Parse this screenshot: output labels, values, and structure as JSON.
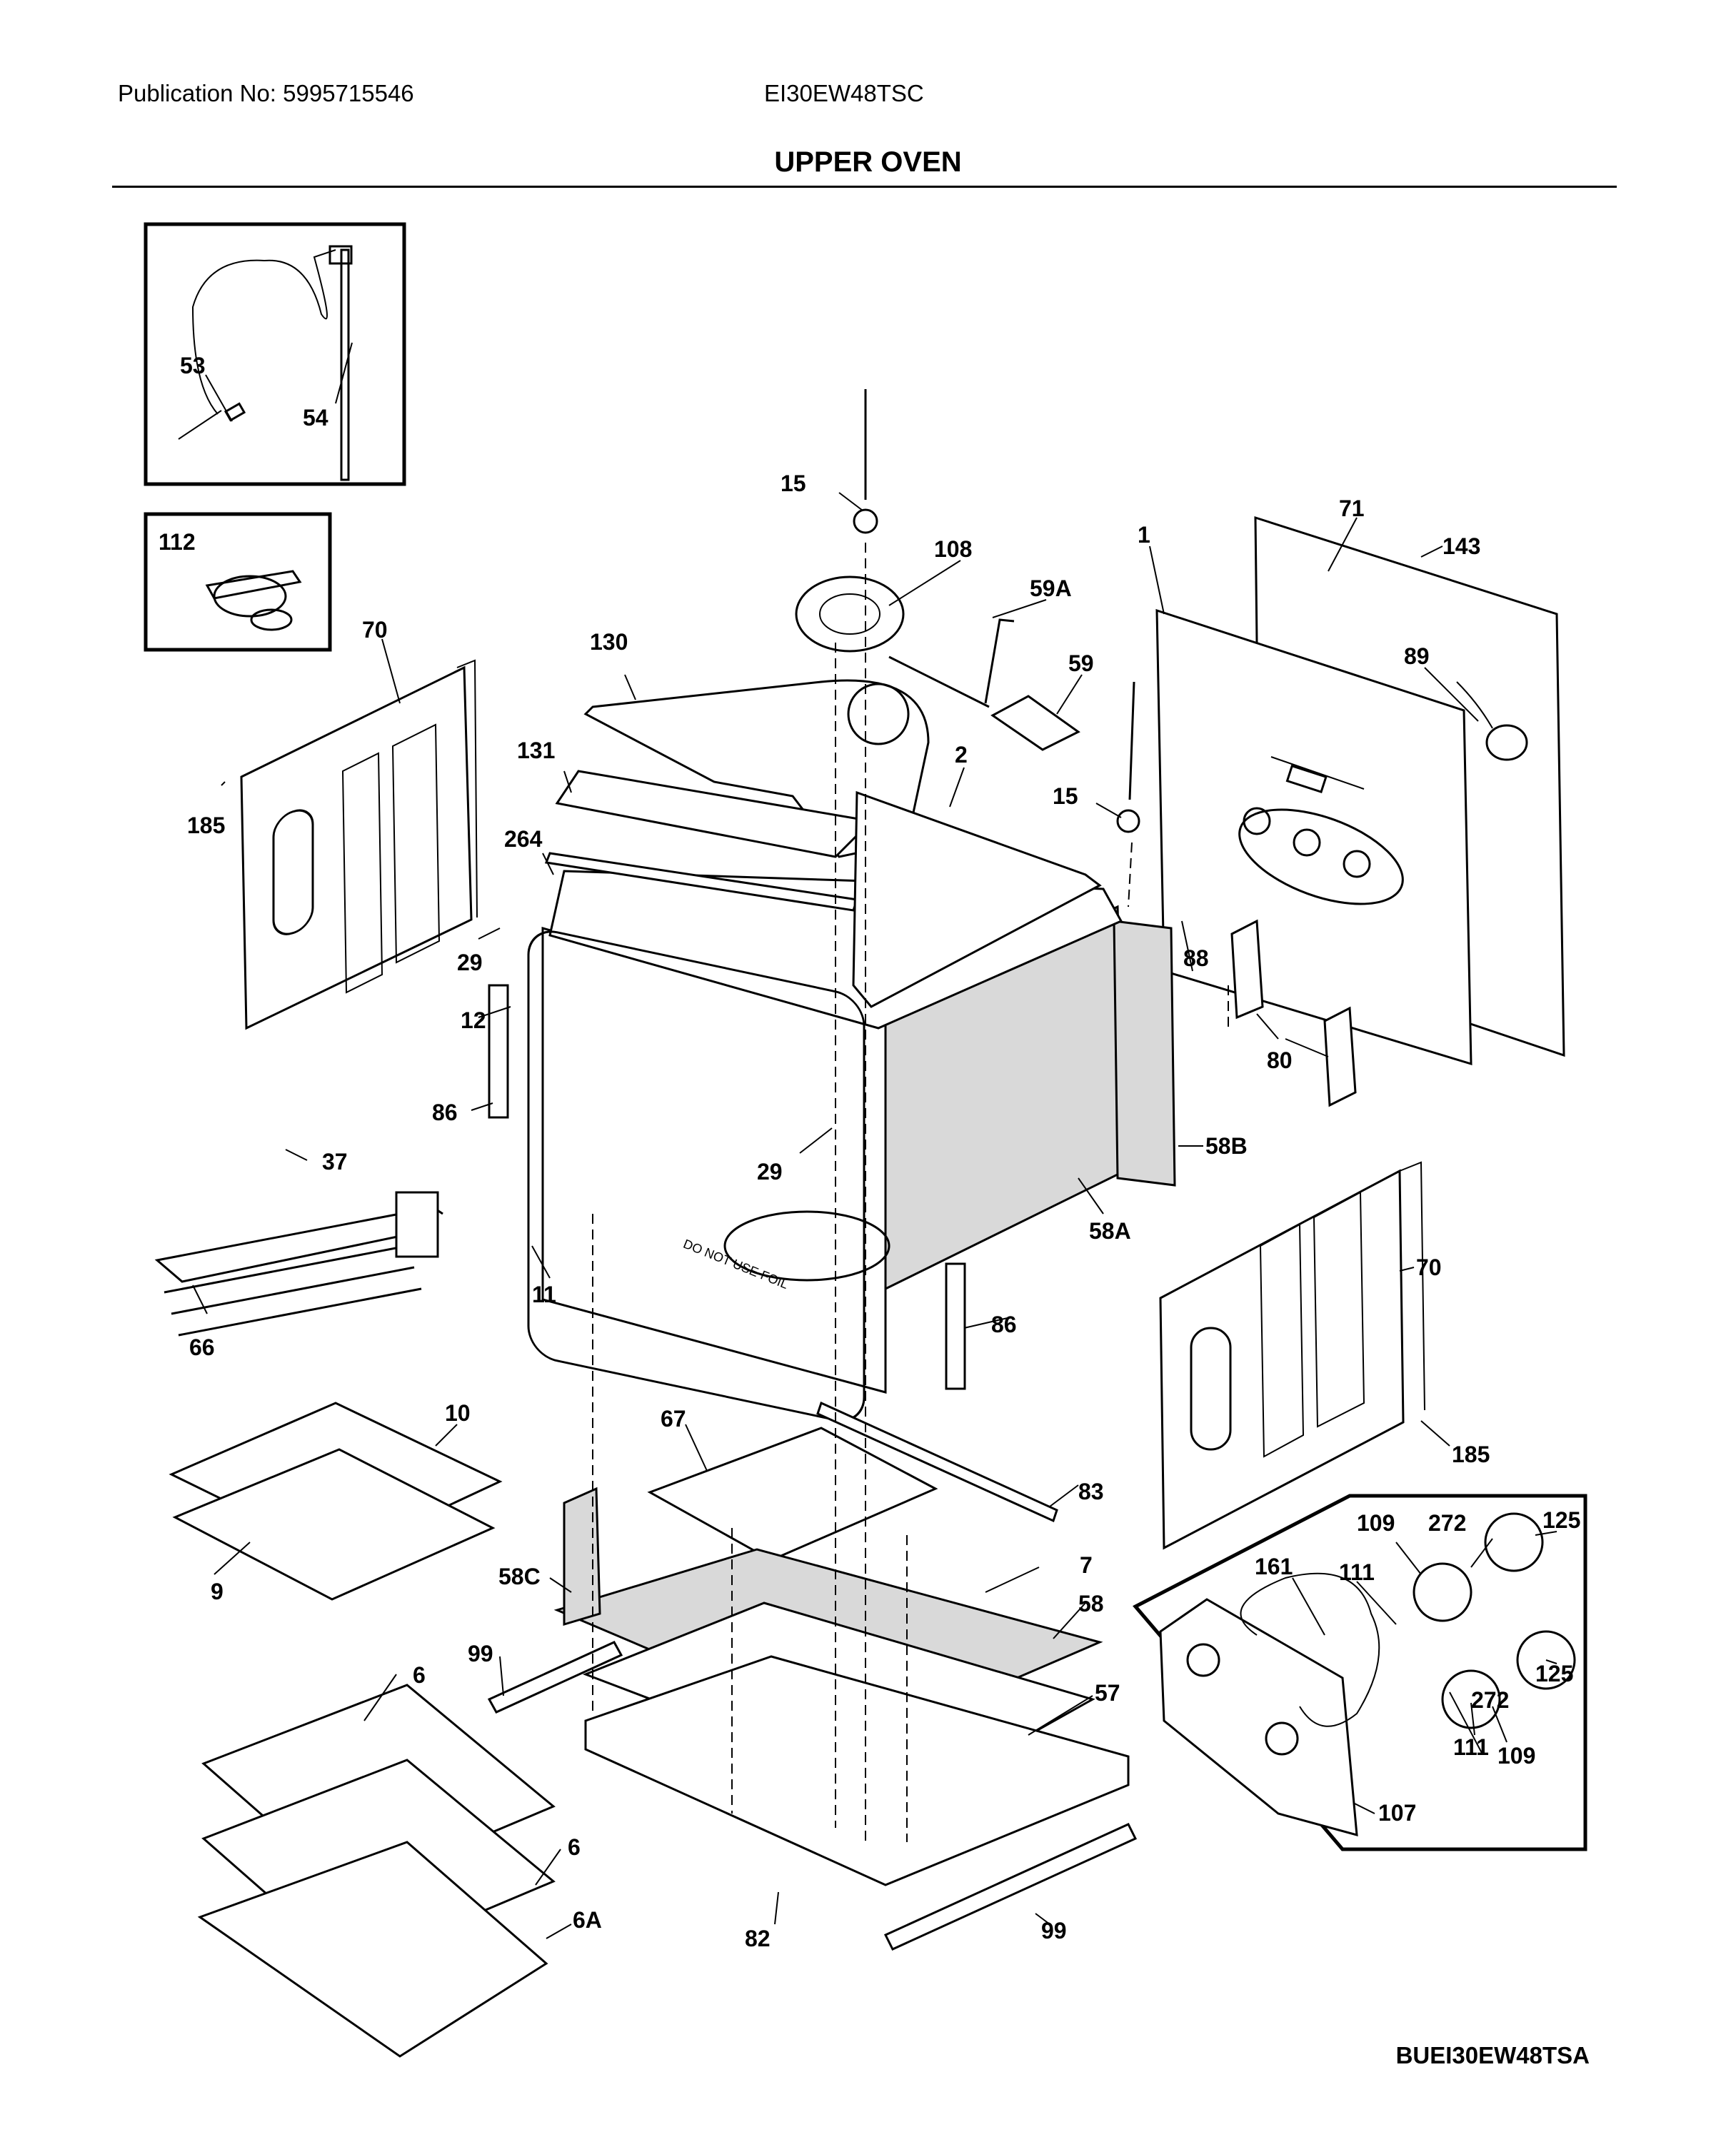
{
  "header": {
    "publication": "Publication No: 5995715546",
    "model": "EI30EW48TSC",
    "title": "UPPER OVEN",
    "diagram_code": "BUEI30EW48TSA"
  },
  "callouts": {
    "c1": "1",
    "c2": "2",
    "c6a": "6",
    "c6b": "6",
    "c6A": "6A",
    "c7": "7",
    "c9": "9",
    "c10": "10",
    "c11": "11",
    "c12": "12",
    "c15a": "15",
    "c15b": "15",
    "c29a": "29",
    "c29b": "29",
    "c37": "37",
    "c53": "53",
    "c54": "54",
    "c57": "57",
    "c58": "58",
    "c58A": "58A",
    "c58B": "58B",
    "c58C": "58C",
    "c59": "59",
    "c59A": "59A",
    "c66": "66",
    "c67": "67",
    "c70a": "70",
    "c70b": "70",
    "c71": "71",
    "c80": "80",
    "c82": "82",
    "c83": "83",
    "c86a": "86",
    "c86b": "86",
    "c88": "88",
    "c89": "89",
    "c99a": "99",
    "c99b": "99",
    "c107": "107",
    "c108": "108",
    "c109a": "109",
    "c109b": "109",
    "c111a": "111",
    "c111b": "111",
    "c112": "112",
    "c125a": "125",
    "c125b": "125",
    "c130": "130",
    "c131": "131",
    "c143": "143",
    "c161": "161",
    "c185a": "185",
    "c185b": "185",
    "c264": "264",
    "c272a": "272",
    "c272b": "272"
  },
  "oven_floor_text": "DO NOT USE FOIL"
}
